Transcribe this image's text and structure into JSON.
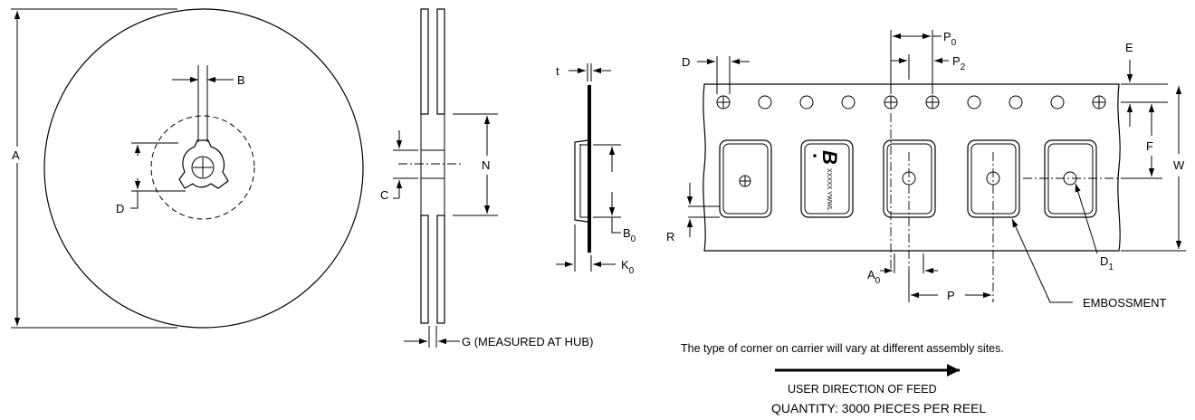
{
  "labels": {
    "A": "A",
    "B": "B",
    "D_reel": "D",
    "C": "C",
    "N": "N",
    "G": "G (MEASURED AT HUB)",
    "t": "t",
    "B0": "B",
    "B0_sub": "0",
    "K0": "K",
    "K0_sub": "0",
    "D_tape": "D",
    "P0": "P",
    "P0_sub": "0",
    "P2": "P",
    "P2_sub": "2",
    "E": "E",
    "F": "F",
    "W": "W",
    "R": "R",
    "A0": "A",
    "A0_sub": "0",
    "P": "P",
    "D1": "D",
    "D1_sub": "1",
    "embossment": "EMBOSSMENT"
  },
  "package_marking": {
    "logo": "B",
    "code": "XXXXX YWWL"
  },
  "notes": {
    "corner_note": "The type of corner on carrier will vary at different assembly sites.",
    "direction": "USER DIRECTION OF FEED",
    "quantity": "QUANTITY: 3000 PIECES PER REEL"
  }
}
